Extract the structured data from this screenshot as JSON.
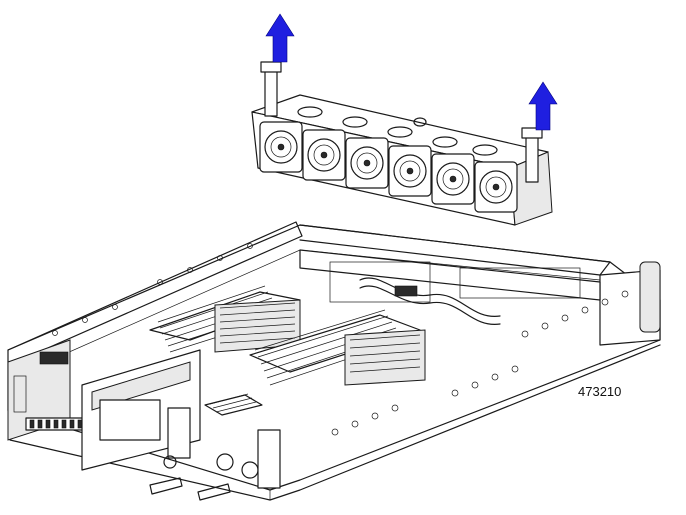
{
  "figure": {
    "figure_number": "473210",
    "arrow_color": "#1f1fe0",
    "icons": [
      "fan-cage",
      "up-arrow",
      "server-chassis"
    ]
  }
}
